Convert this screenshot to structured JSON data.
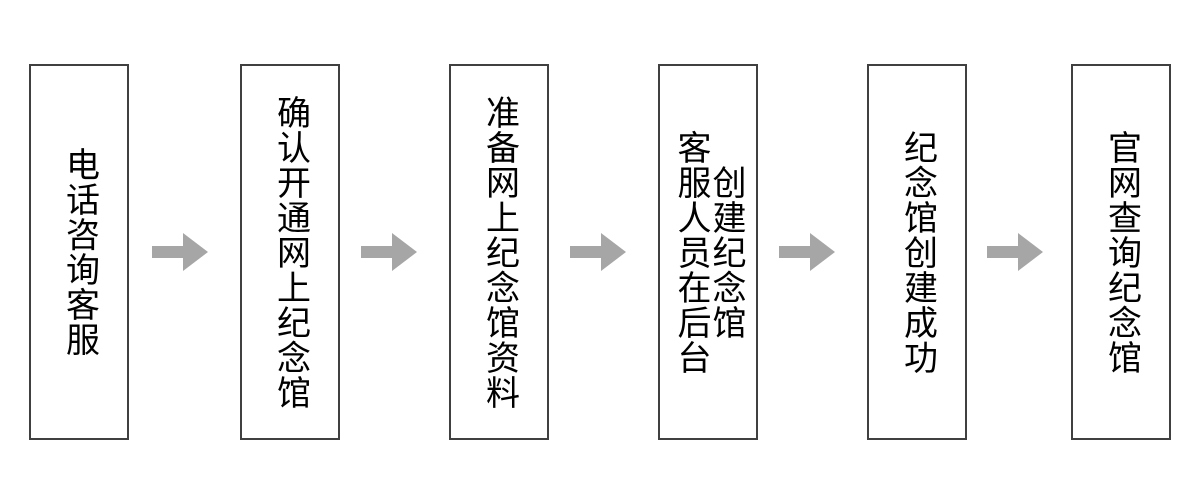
{
  "diagram": {
    "type": "horizontal-flowchart",
    "orientation": "left-to-right",
    "text_direction": "vertical-rl",
    "colors": {
      "node_border": "#404040",
      "node_fill": "#FFFFFF",
      "text": "#000000",
      "arrow": "#A6A6A6",
      "background": "#FFFFFF"
    },
    "nodes": [
      {
        "id": "node-1",
        "name": "phone-consult-service",
        "columns": [
          "电话咨询客服"
        ],
        "full_text": "电话咨询客服"
      },
      {
        "id": "node-2",
        "name": "confirm-open-online-memorial",
        "columns": [
          "确认开通网上纪念馆"
        ],
        "full_text": "确认开通网上纪念馆"
      },
      {
        "id": "node-3",
        "name": "prepare-memorial-materials",
        "columns": [
          "准备网上纪念馆资料"
        ],
        "full_text": "准备网上纪念馆资料"
      },
      {
        "id": "node-4",
        "name": "staff-creates-memorial-backend",
        "columns": [
          "客服人员在后台",
          "创建纪念馆"
        ],
        "full_text": "客服人员在后台创建纪念馆"
      },
      {
        "id": "node-5",
        "name": "memorial-created-successfully",
        "columns": [
          "纪念馆创建成功"
        ],
        "full_text": "纪念馆创建成功"
      },
      {
        "id": "node-6",
        "name": "query-memorial-on-official-site",
        "columns": [
          "官网查询纪念馆"
        ],
        "full_text": "官网查询纪念馆"
      }
    ],
    "arrows": [
      {
        "id": "arrow-1",
        "from": "node-1",
        "to": "node-2",
        "glyph": "right-arrow"
      },
      {
        "id": "arrow-2",
        "from": "node-2",
        "to": "node-3",
        "glyph": "right-arrow"
      },
      {
        "id": "arrow-3",
        "from": "node-3",
        "to": "node-4",
        "glyph": "right-arrow"
      },
      {
        "id": "arrow-4",
        "from": "node-4",
        "to": "node-5",
        "glyph": "right-arrow"
      },
      {
        "id": "arrow-5",
        "from": "node-5",
        "to": "node-6",
        "glyph": "right-arrow"
      }
    ]
  }
}
